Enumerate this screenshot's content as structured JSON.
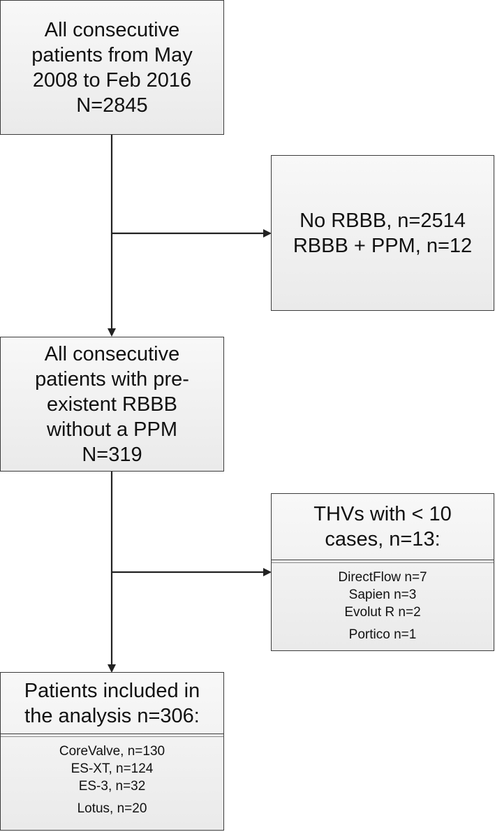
{
  "box_start": {
    "lines": [
      "All consecutive",
      "patients from May",
      "2008 to Feb 2016",
      "N=2845"
    ]
  },
  "box_exclusion_1": {
    "lines": [
      "No RBBB, n=2514",
      "RBBB + PPM, n=12"
    ]
  },
  "box_rbbb": {
    "lines": [
      "All consecutive",
      "patients with pre-",
      "existent RBBB",
      "without a PPM",
      "N=319"
    ]
  },
  "box_exclusion_2": {
    "header_lines": [
      "THVs with < 10",
      "cases, n=13:"
    ],
    "items": [
      "DirectFlow n=7",
      "Sapien n=3",
      "Evolut R n=2",
      "Portico n=1"
    ]
  },
  "box_included": {
    "header_lines": [
      "Patients included in",
      "the analysis n=306:"
    ],
    "items": [
      "CoreValve, n=130",
      "ES-XT, n=124",
      "ES-3, n=32",
      "Lotus, n=20"
    ]
  },
  "colors": {
    "border": "#3c3c3c",
    "fill_top": "#f8f8f8",
    "fill_bottom": "#eaeaea",
    "arrow": "#222222"
  },
  "icons": [
    "arrow-down-icon",
    "arrow-right-icon"
  ]
}
